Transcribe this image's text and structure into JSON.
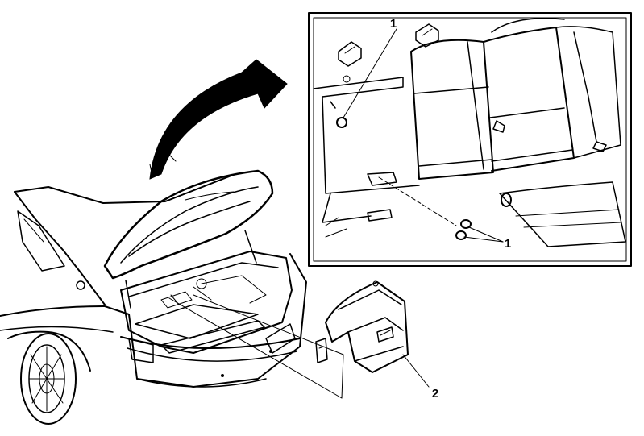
{
  "diagram": {
    "callouts": {
      "seat_fastener": "1",
      "inset_clips": "1",
      "trim_panel": "2"
    }
  }
}
